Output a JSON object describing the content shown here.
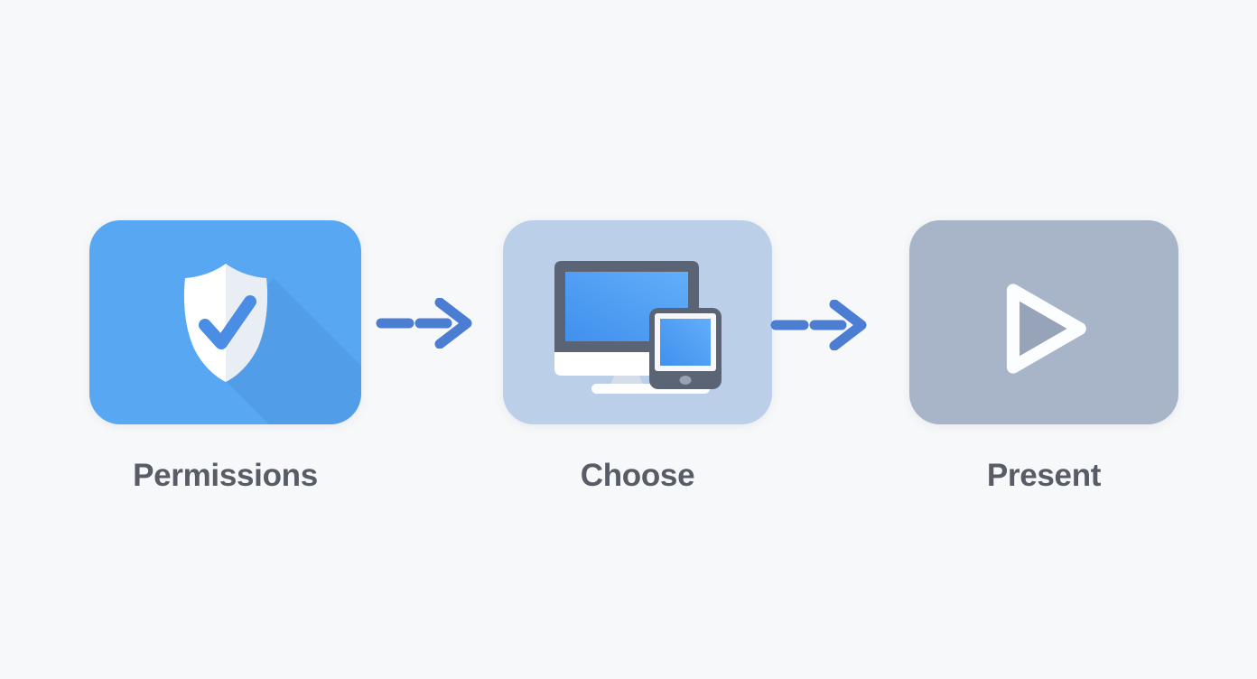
{
  "diagram": {
    "steps": [
      {
        "id": "permissions",
        "label": "Permissions",
        "icon": "shield-check-icon",
        "card_color": "#58a7f2"
      },
      {
        "id": "choose",
        "label": "Choose",
        "icon": "desktop-tablet-icon",
        "card_color": "#bccfe9"
      },
      {
        "id": "present",
        "label": "Present",
        "icon": "play-icon",
        "card_color": "#a8b4c8"
      }
    ],
    "connectors": [
      {
        "from": "permissions",
        "to": "choose",
        "style": "dashed-arrow"
      },
      {
        "from": "choose",
        "to": "present",
        "style": "dashed-arrow"
      }
    ],
    "colors": {
      "background": "#f7f8f9",
      "arrow": "#4b7ed3",
      "label_text": "#575c66",
      "shield_fill_left": "#ffffff",
      "shield_fill_right": "#e9eef5",
      "shield_check": "#4a8de4",
      "device_frame": "#5b6475",
      "device_screen": "#4e9df5",
      "monitor_chin": "#ffffff",
      "monitor_stand": "#d5dde8",
      "tablet_bezel": "#f6f8fb",
      "tablet_home_button": "#9aa2b1",
      "play_fill": "#96a3b8",
      "play_outline": "#fcfdfe"
    }
  }
}
